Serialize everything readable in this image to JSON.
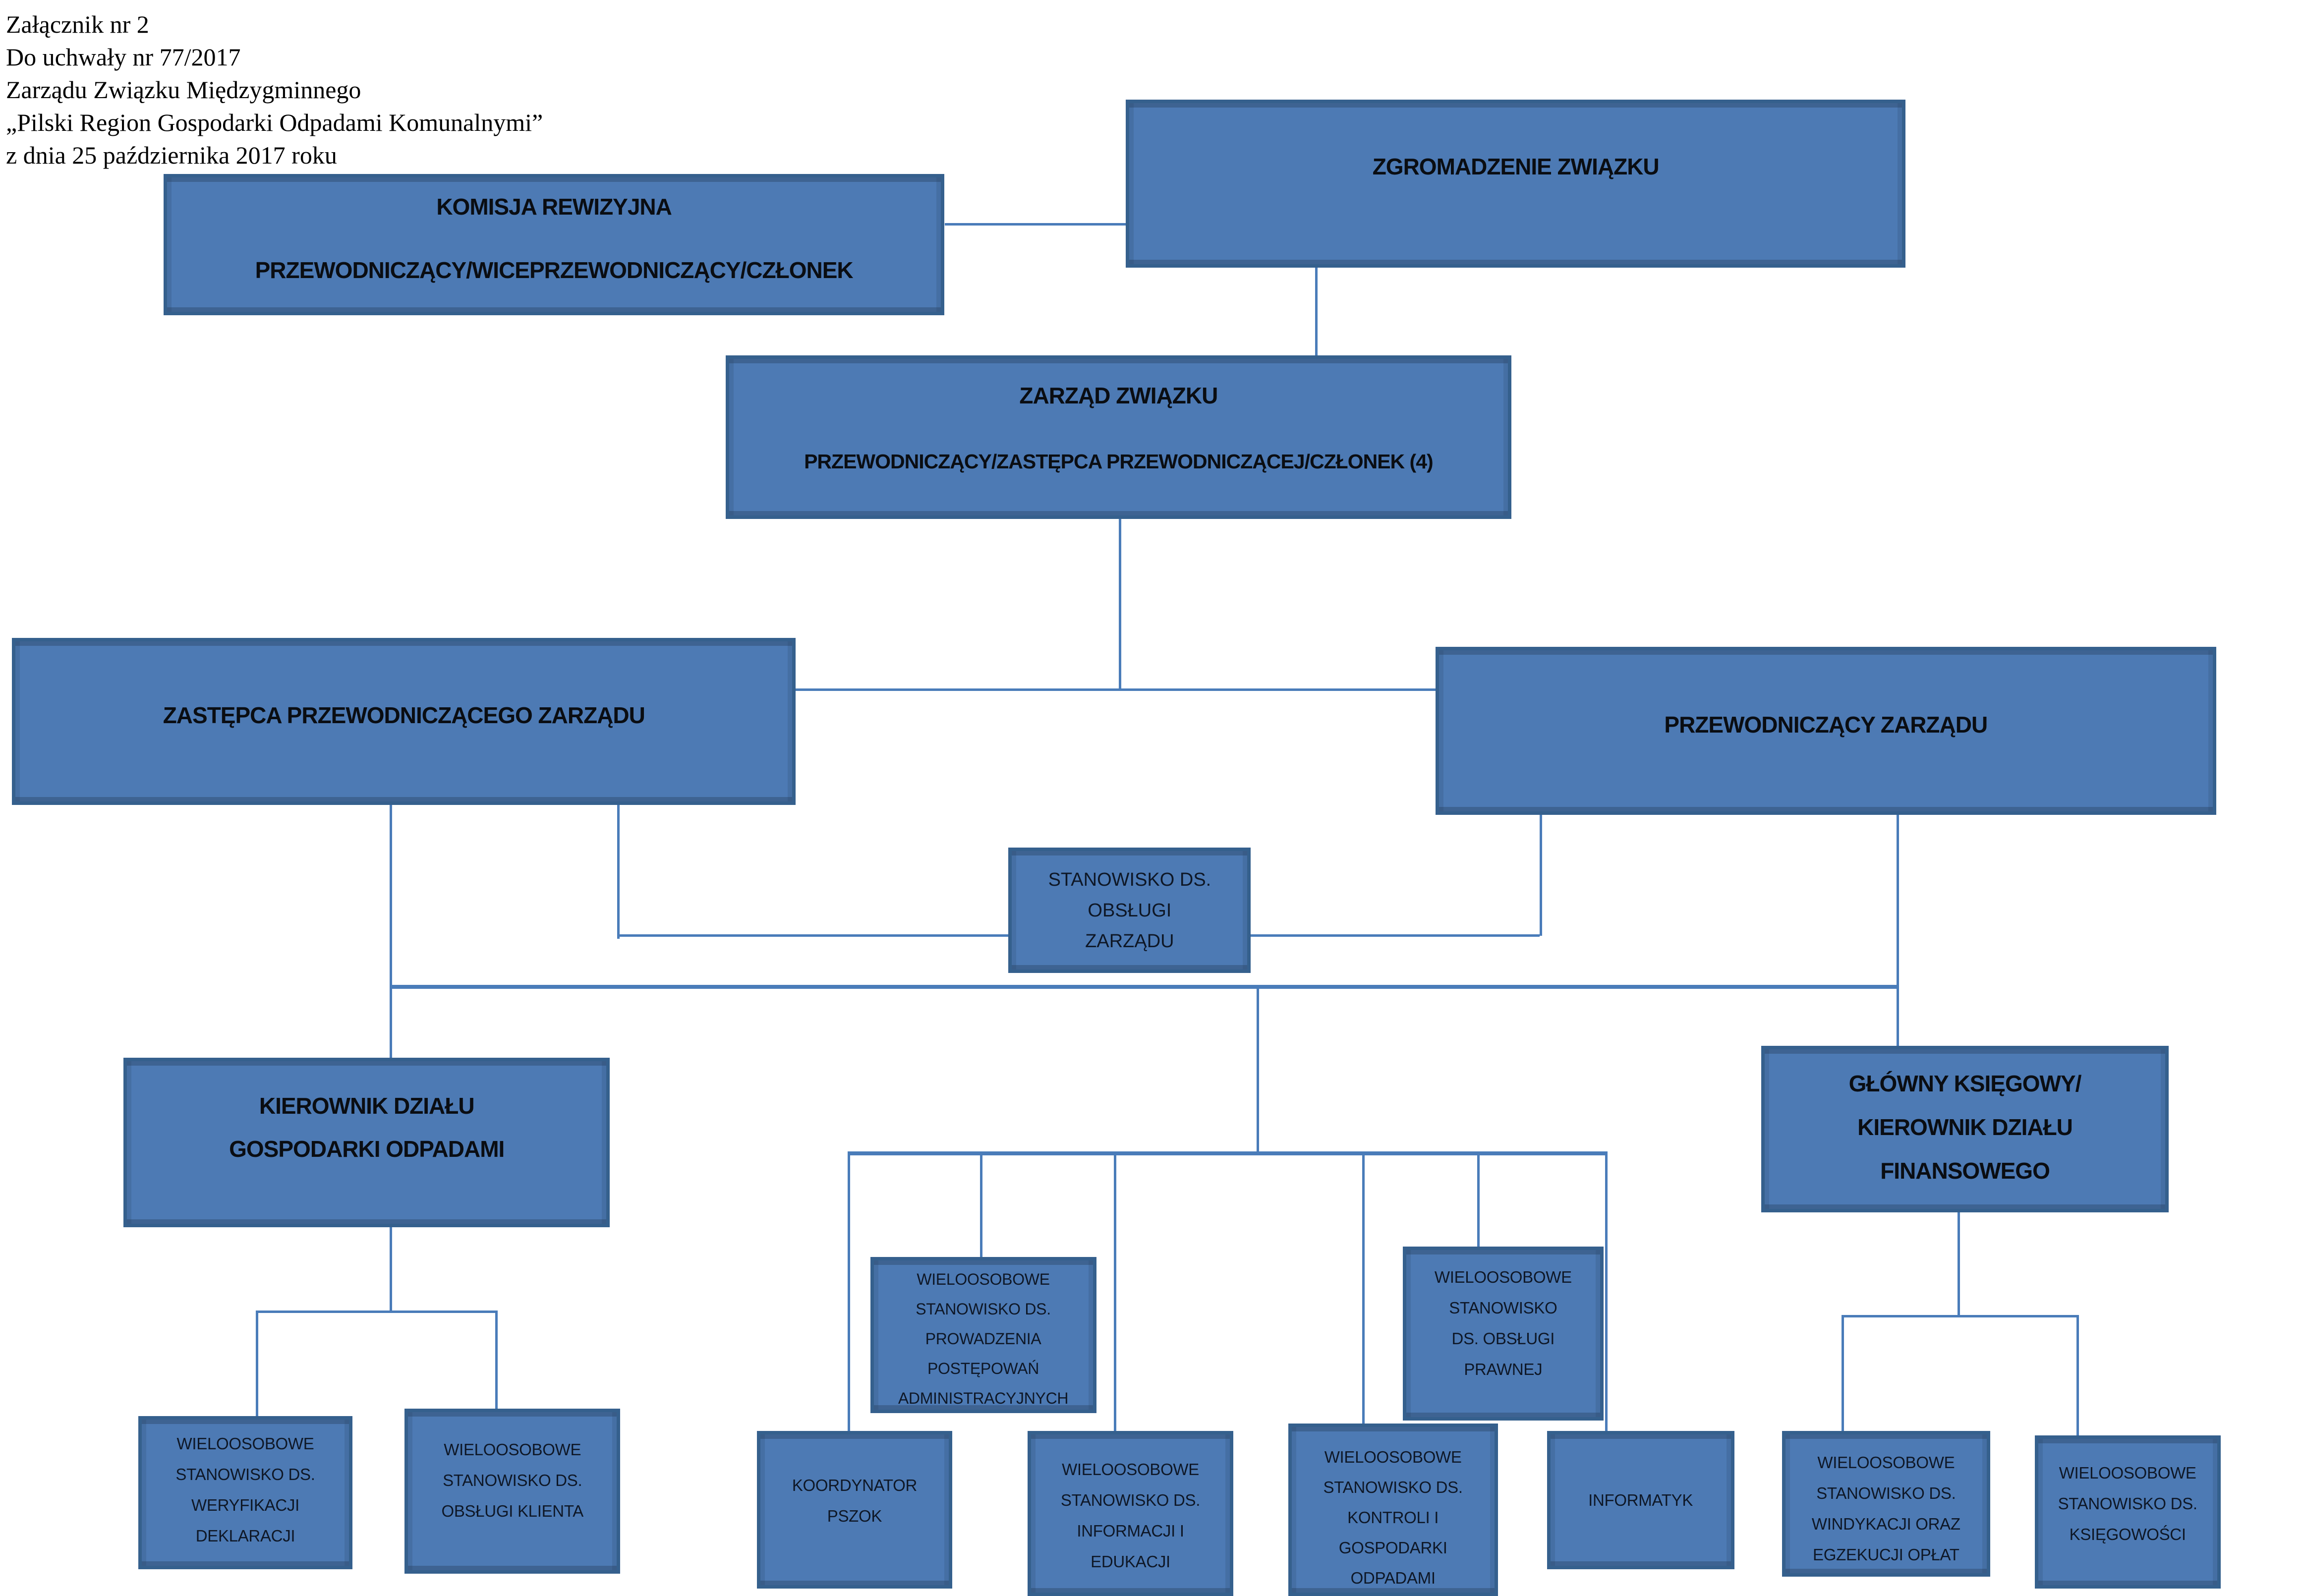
{
  "header_note": {
    "lines": [
      "Załącznik nr 2",
      "Do uchwały nr 77/2017",
      "Zarządu Związku Międzygminnego",
      "„Pilski Region Gospodarki Odpadami Komunalnymi”",
      "z dnia 25 października 2017 roku"
    ]
  },
  "colors": {
    "box_fill": "#4d7ab4",
    "box_border": "#35608d",
    "connector": "#4a7cb9",
    "text": "#0a0d12",
    "background": "#ffffff"
  },
  "nodes": {
    "zgromadzenie": {
      "lines": [
        "ZGROMADZENIE ZWIĄZKU"
      ]
    },
    "komisja": {
      "lines": [
        "KOMISJA REWIZYJNA",
        "PRZEWODNICZĄCY/WICEPRZEWODNICZĄCY/CZŁONEK"
      ]
    },
    "zarzad": {
      "lines": [
        "ZARZĄD ZWIĄZKU",
        "PRZEWODNICZĄCY/ZASTĘPCA PRZEWODNICZĄCEJ/CZŁONEK (4)"
      ]
    },
    "zastepca": {
      "lines": [
        "ZASTĘPCA PRZEWODNICZĄCEGO ZARZĄDU"
      ]
    },
    "przewodniczacy": {
      "lines": [
        "PRZEWODNICZĄCY ZARZĄDU"
      ]
    },
    "stanowisko_obslugi": {
      "lines": [
        "STANOWISKO DS.",
        "OBSŁUGI",
        "ZARZĄDU"
      ]
    },
    "kierownik": {
      "lines": [
        "KIEROWNIK DZIAŁU",
        "GOSPODARKI ODPADAMI"
      ]
    },
    "glowny": {
      "lines": [
        "GŁÓWNY KSIĘGOWY/",
        "KIEROWNIK DZIAŁU",
        "FINANSOWEGO"
      ]
    },
    "admin": {
      "lines": [
        "WIELOOSOBOWE",
        "STANOWISKO  DS.",
        "PROWADZENIA",
        "POSTĘPOWAŃ",
        "ADMINISTRACYJNYCH"
      ]
    },
    "prawnej": {
      "lines": [
        "WIELOOSOBOWE",
        "STANOWISKO",
        "DS. OBSŁUGI",
        "PRAWNEJ"
      ]
    },
    "weryfikacji": {
      "lines": [
        "WIELOOSOBOWE",
        "STANOWISKO DS.",
        "WERYFIKACJI",
        "DEKLARACJI"
      ]
    },
    "klienta": {
      "lines": [
        "WIELOOSOBOWE",
        "STANOWISKO DS.",
        "OBSŁUGI KLIENTA"
      ]
    },
    "koordynator": {
      "lines": [
        "KOORDYNATOR",
        "PSZOK"
      ]
    },
    "informacji": {
      "lines": [
        "WIELOOSOBOWE",
        "STANOWISKO DS.",
        "INFORMACJI I",
        "EDUKACJI"
      ]
    },
    "kontroli": {
      "lines": [
        "WIELOOSOBOWE",
        "STANOWISKO DS.",
        "KONTROLI  I",
        "GOSPODARKI",
        "ODPADAMI"
      ]
    },
    "informatyk": {
      "lines": [
        "INFORMATYK"
      ]
    },
    "windykacji": {
      "lines": [
        "WIELOOSOBOWE",
        "STANOWISKO DS.",
        "WINDYKACJI ORAZ",
        "EGZEKUCJI OPŁAT"
      ]
    },
    "ksiegowosci": {
      "lines": [
        "WIELOOSOBOWE",
        "STANOWISKO DS.",
        "KSIĘGOWOŚCI"
      ]
    }
  },
  "edges": [
    [
      "komisja",
      "zgromadzenie"
    ],
    [
      "zgromadzenie",
      "zarzad"
    ],
    [
      "zarzad",
      "zastepca"
    ],
    [
      "zarzad",
      "przewodniczacy"
    ],
    [
      "zastepca",
      "stanowisko_obslugi"
    ],
    [
      "przewodniczacy",
      "stanowisko_obslugi"
    ],
    [
      "zastepca",
      "kierownik"
    ],
    [
      "przewodniczacy",
      "glowny"
    ],
    [
      "zastepca-przewodniczacy",
      "koordynator"
    ],
    [
      "zastepca-przewodniczacy",
      "admin"
    ],
    [
      "zastepca-przewodniczacy",
      "informacji"
    ],
    [
      "zastepca-przewodniczacy",
      "kontroli"
    ],
    [
      "zastepca-przewodniczacy",
      "prawnej"
    ],
    [
      "zastepca-przewodniczacy",
      "informatyk"
    ],
    [
      "kierownik",
      "weryfikacji"
    ],
    [
      "kierownik",
      "klienta"
    ],
    [
      "glowny",
      "windykacji"
    ],
    [
      "glowny",
      "ksiegowosci"
    ]
  ]
}
